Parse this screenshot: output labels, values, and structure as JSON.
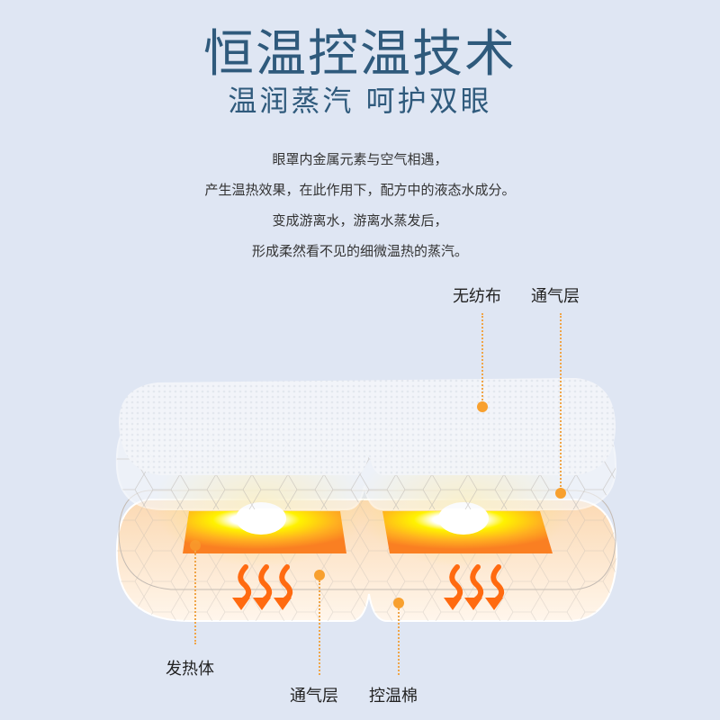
{
  "header": {
    "title": "恒温控温技术",
    "subtitle": "温润蒸汽 呵护双眼"
  },
  "description": {
    "lines": [
      "眼罩内金属元素与空气相遇，",
      "产生温热效果，在此作用下，配方中的液态水成分。",
      "变成游离水，游离水蒸发后，",
      "形成柔然看不见的细微温热的蒸汽。"
    ]
  },
  "diagram": {
    "labels": {
      "nonwoven": "无纺布",
      "vent_top": "通气层",
      "heater": "发热体",
      "vent_bottom": "通气层",
      "thermo_cotton": "控温棉"
    },
    "colors": {
      "background": "#dfe6f3",
      "title": "#2f5a7c",
      "accent_dot": "#f8a02e",
      "heater_orange": "#fa7f22",
      "heater_yellow": "#fff200",
      "arrow": "#ff6a10",
      "cotton": "#fde9d2"
    },
    "icons": [
      "heat-wave-arrow-icon",
      "callout-dot-icon"
    ]
  }
}
